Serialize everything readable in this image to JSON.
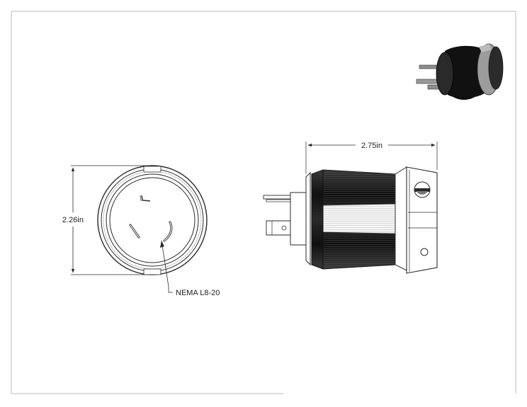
{
  "drawing": {
    "height_dimension": "2.26in",
    "length_dimension": "2.75in",
    "face_callout": "NEMA L8-20"
  },
  "colors": {
    "line": "#2a2a2a",
    "frame": "#b8b8b8",
    "body_dark": "#1e1e1e",
    "ring_gray": "#8a8a8a"
  }
}
